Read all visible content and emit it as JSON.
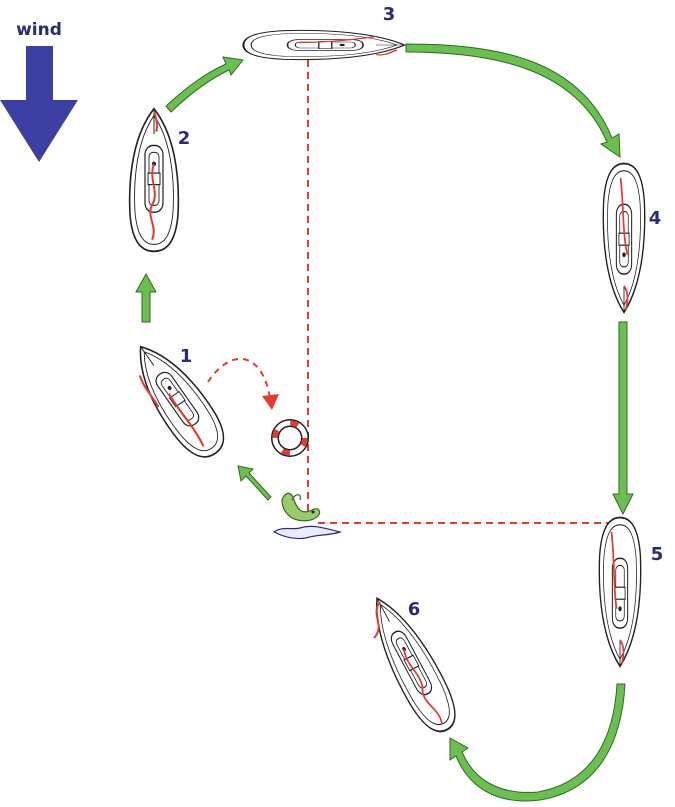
{
  "wind_label": "wind",
  "colors": {
    "wind_arrow": "#3d3fa3",
    "path_arrow": "#6bbf4f",
    "path_arrow_outline": "#2f6a25",
    "dashed": "#e53b2f",
    "sail": "#e23a2f",
    "label": "#2a2a7a",
    "hull_stroke": "#222222"
  },
  "steps": [
    {
      "number": "1"
    },
    {
      "number": "2"
    },
    {
      "number": "3"
    },
    {
      "number": "4"
    },
    {
      "number": "5"
    },
    {
      "number": "6"
    }
  ]
}
